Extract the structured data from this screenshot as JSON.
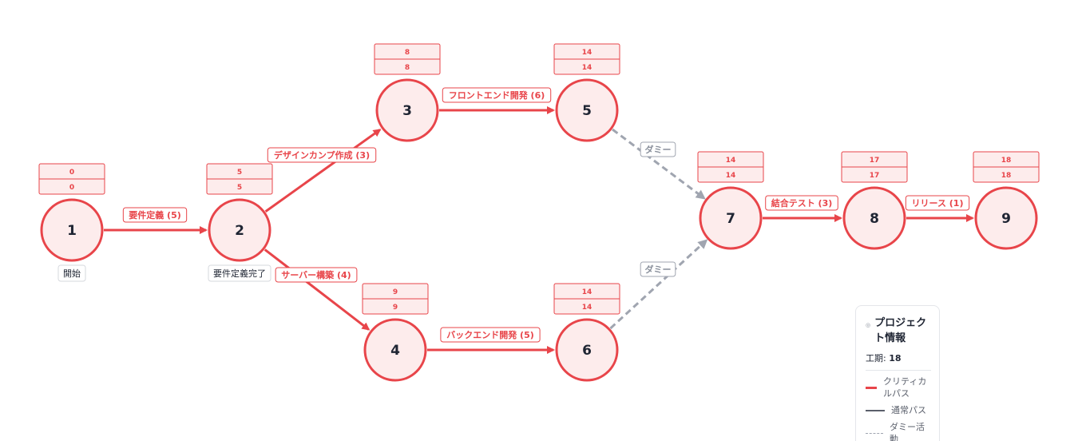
{
  "nodes": [
    {
      "id": "1",
      "num": "1",
      "es": "0",
      "ls": "0",
      "caption": "開始"
    },
    {
      "id": "2",
      "num": "2",
      "es": "5",
      "ls": "5",
      "caption": "要件定義完了"
    },
    {
      "id": "3",
      "num": "3",
      "es": "8",
      "ls": "8"
    },
    {
      "id": "4",
      "num": "4",
      "es": "9",
      "ls": "9"
    },
    {
      "id": "5",
      "num": "5",
      "es": "14",
      "ls": "14"
    },
    {
      "id": "6",
      "num": "6",
      "es": "14",
      "ls": "14"
    },
    {
      "id": "7",
      "num": "7",
      "es": "14",
      "ls": "14"
    },
    {
      "id": "8",
      "num": "8",
      "es": "17",
      "ls": "17"
    },
    {
      "id": "9",
      "num": "9",
      "es": "18",
      "ls": "18"
    }
  ],
  "edges": [
    {
      "id": "e12",
      "from": "1",
      "to": "2",
      "label": "要件定義 (5)",
      "type": "critical"
    },
    {
      "id": "e23",
      "from": "2",
      "to": "3",
      "label": "デザインカンプ作成 (3)",
      "type": "critical"
    },
    {
      "id": "e24",
      "from": "2",
      "to": "4",
      "label": "サーバー構築 (4)",
      "type": "critical"
    },
    {
      "id": "e35",
      "from": "3",
      "to": "5",
      "label": "フロントエンド開発 (6)",
      "type": "critical"
    },
    {
      "id": "e46",
      "from": "4",
      "to": "6",
      "label": "バックエンド開発 (5)",
      "type": "critical"
    },
    {
      "id": "e57",
      "from": "5",
      "to": "7",
      "label": "ダミー",
      "type": "dummy"
    },
    {
      "id": "e67",
      "from": "6",
      "to": "7",
      "label": "ダミー",
      "type": "dummy"
    },
    {
      "id": "e78",
      "from": "7",
      "to": "8",
      "label": "結合テスト (3)",
      "type": "critical"
    },
    {
      "id": "e89",
      "from": "8",
      "to": "9",
      "label": "リリース (1)",
      "type": "critical"
    }
  ],
  "legend": {
    "title": "プロジェクト情報",
    "period_label": "工期:",
    "period_value": "18",
    "items": [
      {
        "key": "critical",
        "label": "クリティカルパス"
      },
      {
        "key": "normal",
        "label": "通常パス"
      },
      {
        "key": "dummy",
        "label": "ダミー活動"
      }
    ]
  },
  "colors": {
    "critical": "#e8454a",
    "dummy": "#a0a5b0",
    "node_fill": "#fdecec",
    "text": "#1f2533"
  }
}
